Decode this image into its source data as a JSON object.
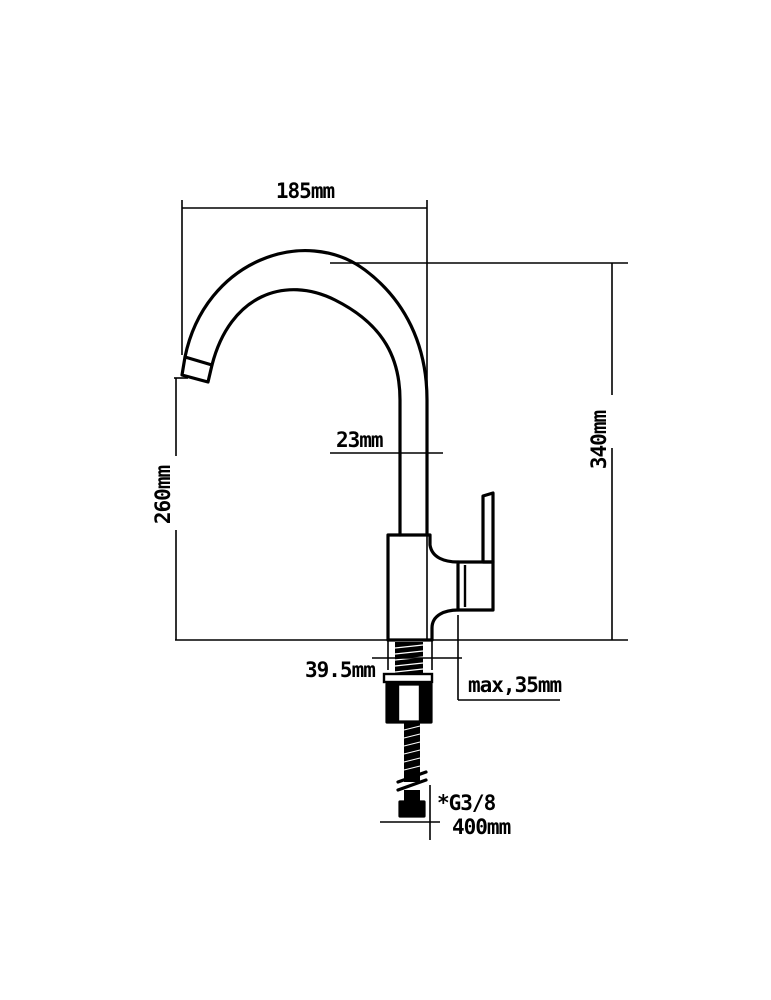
{
  "dimensions": {
    "width_top": "185mm",
    "height_total": "340mm",
    "height_spout": "260mm",
    "spout_diameter": "23mm",
    "base_diameter": "39.5mm",
    "mount_thickness": "max,35mm",
    "thread": "*G3/8",
    "hose_length": "400mm"
  },
  "colors": {
    "line": "#000000",
    "background": "#ffffff"
  }
}
